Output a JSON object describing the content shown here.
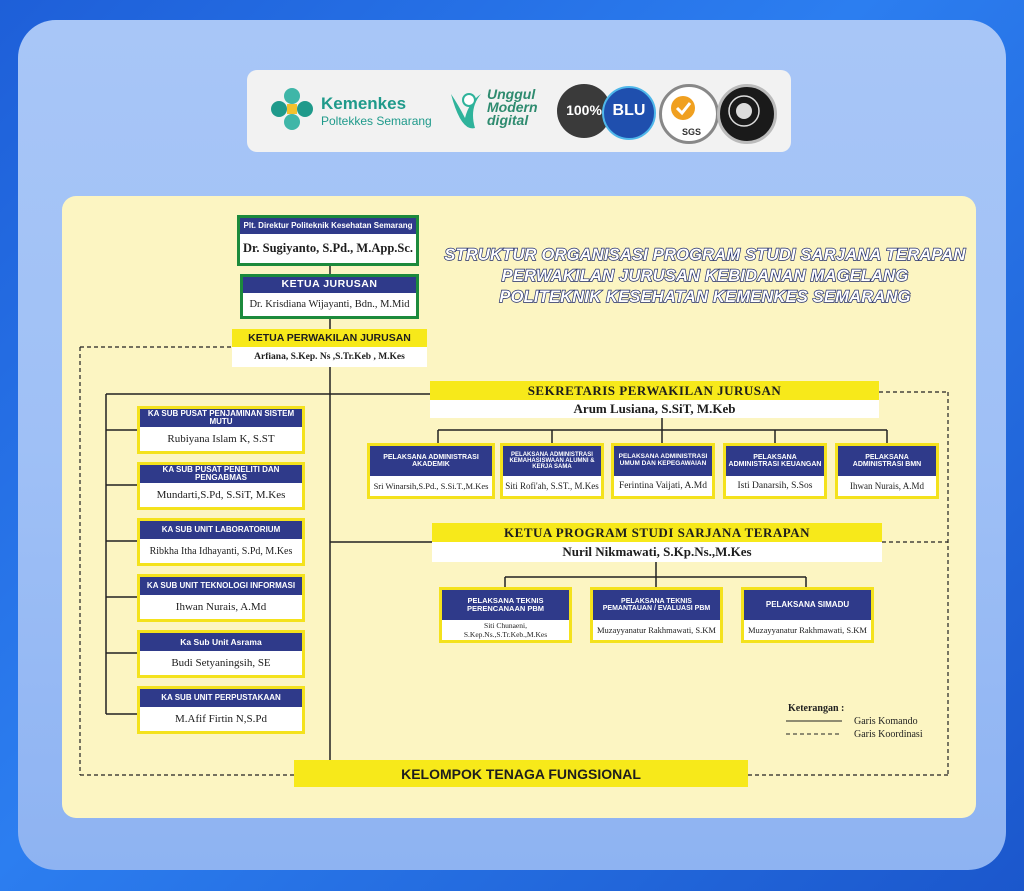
{
  "logos": {
    "kemenkes_title": "Kemenkes",
    "kemenkes_sub": "Poltekkes Semarang",
    "unggul_1": "Unggul",
    "unggul_2": "Modern",
    "unggul_3": "digital",
    "badge_100": "100%",
    "badge_blu": "BLU",
    "badge_sgs": "SGS"
  },
  "title": {
    "line1": "STRUKTUR ORGANISASI PROGRAM STUDI SARJANA TERAPAN",
    "line2": "PERWAKILAN JURUSAN KEBIDANAN MAGELANG",
    "line3": "POLITEKNIK KESEHATAN KEMENKES SEMARANG"
  },
  "direktur": {
    "role": "Plt. Direktur Politeknik Kesehatan Semarang",
    "name": "Dr. Sugiyanto, S.Pd., M.App.Sc."
  },
  "ketua_jurusan": {
    "role": "KETUA JURUSAN",
    "name": "Dr. Krisdiana Wijayanti, Bdn., M.Mid"
  },
  "ketua_perwakilan": {
    "role": "KETUA PERWAKILAN JURUSAN",
    "name": "Arfiana, S.Kep. Ns ,S.Tr.Keb , M.Kes"
  },
  "sekretaris": {
    "role": "SEKRETARIS PERWAKILAN JURUSAN",
    "name": "Arum Lusiana, S.SiT, M.Keb"
  },
  "sub_units": [
    {
      "role": "KA SUB PUSAT PENJAMINAN SISTEM MUTU",
      "name": "Rubiyana Islam K, S.ST"
    },
    {
      "role": "KA SUB PUSAT PENELITI DAN PENGABMAS",
      "name": "Mundarti,S.Pd, S.SiT, M.Kes"
    },
    {
      "role": "KA SUB UNIT LABORATORIUM",
      "name": "Ribkha Itha Idhayanti, S.Pd, M.Kes"
    },
    {
      "role": "KA SUB UNIT TEKNOLOGI INFORMASI",
      "name": "Ihwan Nurais, A.Md"
    },
    {
      "role": "Ka Sub Unit Asrama",
      "name": "Budi Setyaningsih, SE"
    },
    {
      "role": "KA SUB UNIT PERPUSTAKAAN",
      "name": "M.Afif Firtin N,S.Pd"
    }
  ],
  "admin": [
    {
      "role": "PELAKSANA ADMINISTRASI AKADEMIK",
      "name": "Sri Winarsih,S.Pd., S.Si.T.,M.Kes"
    },
    {
      "role": "PELAKSANA ADMINISTRASI KEMAHASISWAAN ALUMNI & KERJA SAMA",
      "name": "Siti Rofi'ah, S.ST., M.Kes"
    },
    {
      "role": "PELAKSANA ADMINISTRASI UMUM DAN KEPEGAWAIAN",
      "name": "Ferintina Vaijati, A.Md"
    },
    {
      "role": "PELAKSANA ADMINISTRASI KEUANGAN",
      "name": "Isti Danarsih, S.Sos"
    },
    {
      "role": "PELAKSANA ADMINISTRASI BMN",
      "name": "Ihwan Nurais, A.Md"
    }
  ],
  "kaprodi": {
    "role": "KETUA PROGRAM STUDI SARJANA TERAPAN",
    "name": "Nuril Nikmawati, S.Kp.Ns.,M.Kes"
  },
  "teknis": [
    {
      "role": "PELAKSANA TEKNIS PERENCANAAN PBM",
      "name": "Siti Chunaeni, S.Kep.Ns.,S.Tr.Keb.,M.Kes"
    },
    {
      "role": "PELAKSANA TEKNIS PEMANTAUAN / EVALUASI PBM",
      "name": "Muzayyanatur Rakhmawati, S.KM"
    },
    {
      "role": "PELAKSANA SIMADU",
      "name": "Muzayyanatur Rakhmawati, S.KM"
    }
  ],
  "fungsional": "KELOMPOK TENAGA FUNGSIONAL",
  "legend": {
    "title": "Keterangan :",
    "komando": "Garis Komando",
    "koordinasi": "Garis Koordinasi"
  }
}
